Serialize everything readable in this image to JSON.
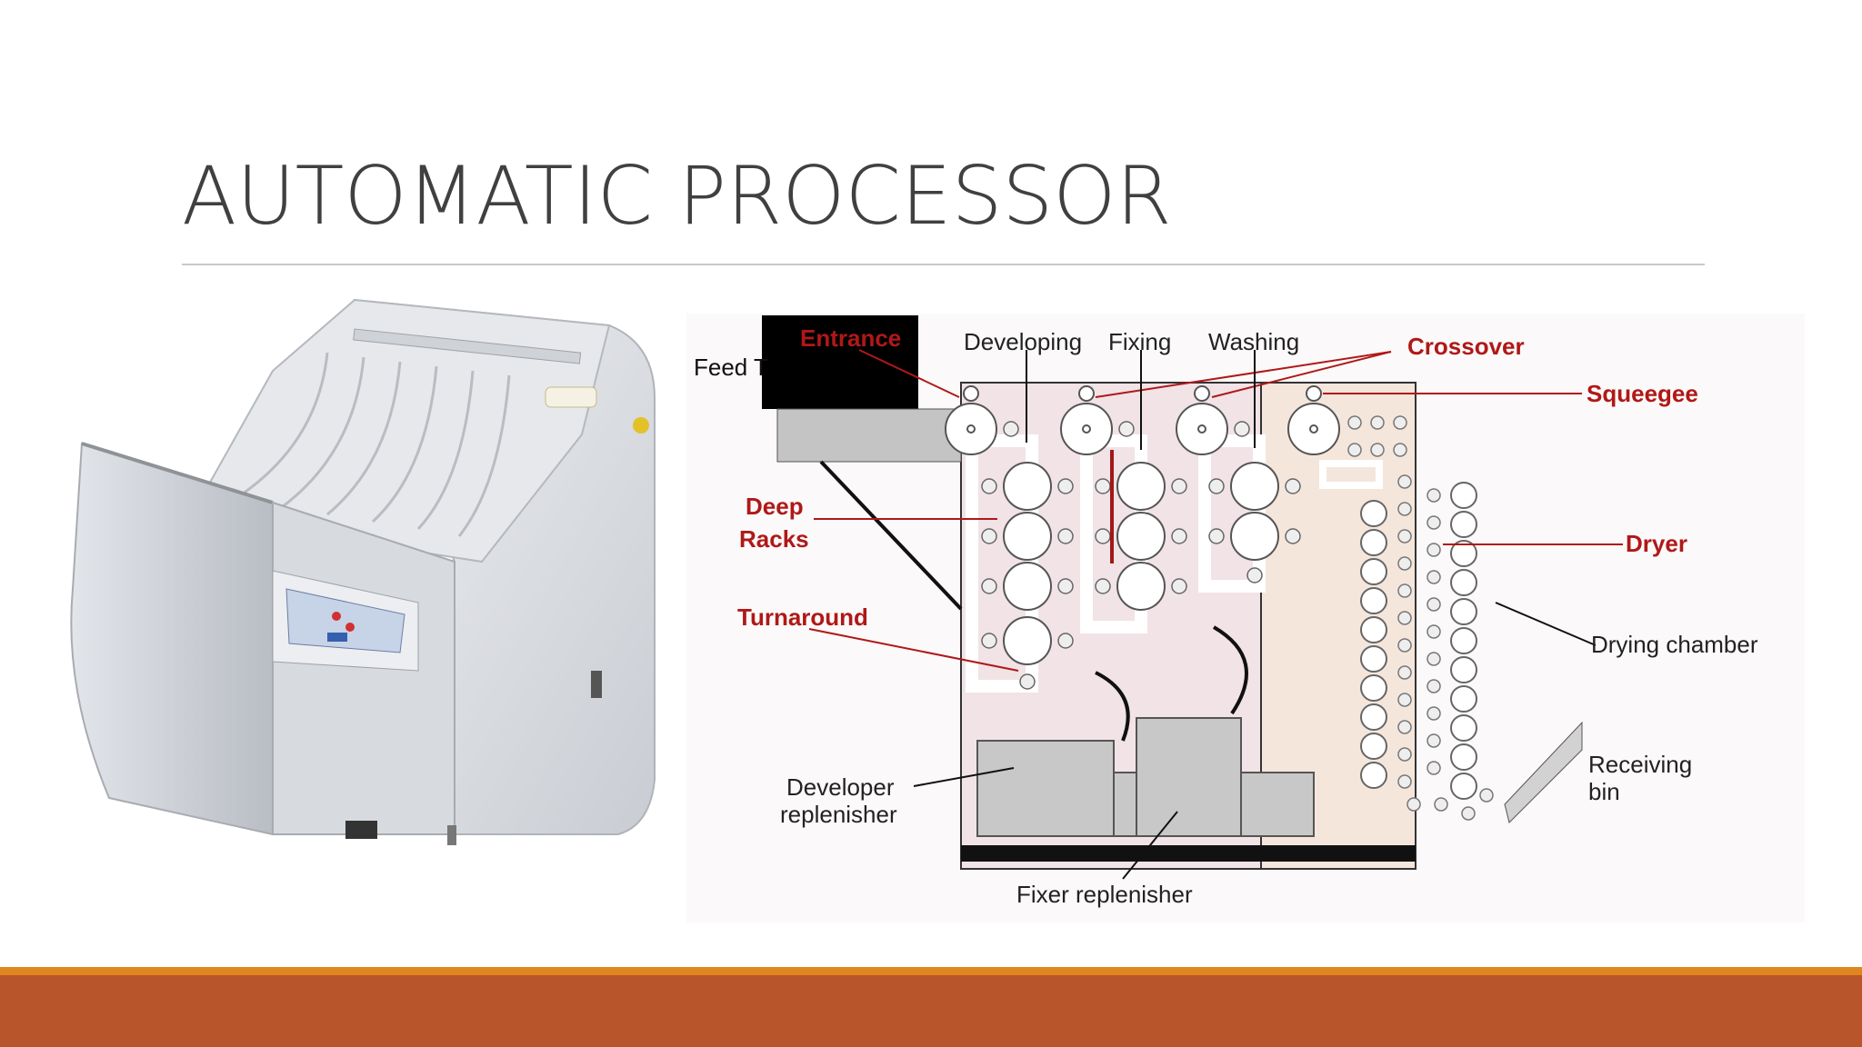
{
  "slide": {
    "title": "AUTOMATIC PROCESSOR"
  },
  "machine_image": {
    "badge_text": ""
  },
  "diagram": {
    "labels": {
      "feed": "Feed T",
      "entrance": "Entrance",
      "developing": "Developing",
      "fixing": "Fixing",
      "washing": "Washing",
      "crossover": "Crossover",
      "squeegee": "Squeegee",
      "deep": "Deep",
      "racks": "Racks",
      "dryer": "Dryer",
      "turnaround": "Turnaround",
      "drying_chamber": "Drying chamber",
      "developer": "Developer",
      "replenisher": "replenisher",
      "receiving": "Receiving",
      "bin": "bin",
      "fixer_replenisher": "Fixer replenisher"
    },
    "colors": {
      "callout_red": "#b01818",
      "tank_pink": "#f1e3e6",
      "dryer_peach": "#f5e6dc",
      "replenisher_gray": "#c8c8c8"
    }
  },
  "theme": {
    "footer_orange": "#e0861e",
    "footer_rust": "#b8552a"
  }
}
